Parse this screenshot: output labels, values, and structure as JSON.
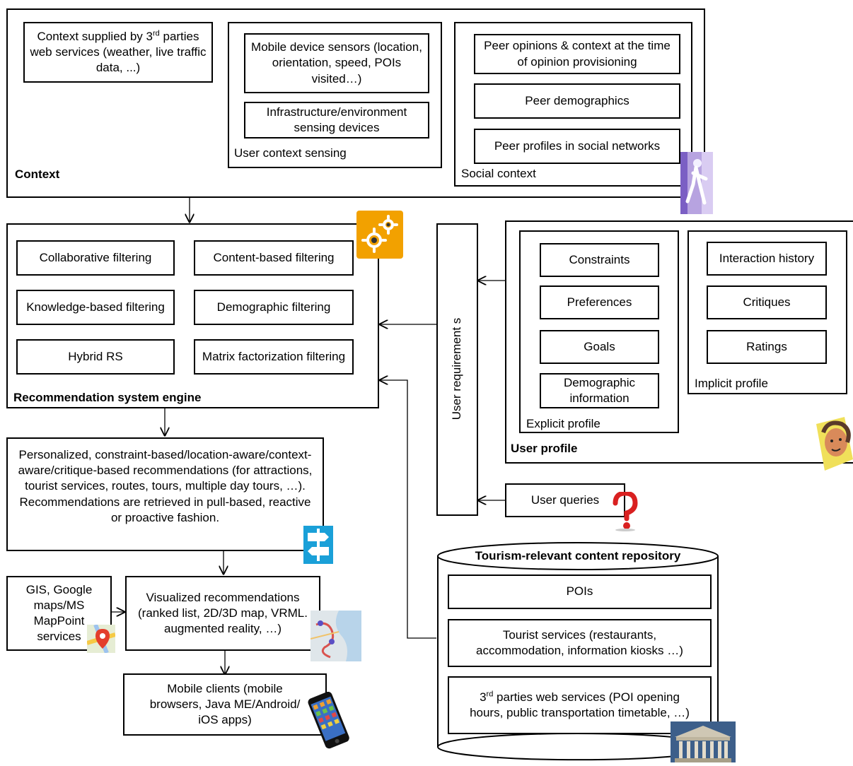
{
  "context": {
    "title": "Context",
    "third_party_pre": "Context supplied by 3",
    "third_party_sup": "rd",
    "third_party_post": "parties web services (weather, live traffic data, ...)",
    "user_sensing_title": "User context sensing",
    "mobile_sensors": "Mobile device sensors (location, orientation, speed, POIs visited…)",
    "infrastructure": "Infrastructure/environment sensing devices",
    "social_title": "Social context",
    "peer_opinions": "Peer opinions & context at the time of opinion provisioning",
    "peer_demographics": "Peer demographics",
    "peer_profiles": "Peer profiles in social networks"
  },
  "engine": {
    "title": "Recommendation system engine",
    "collaborative": "Collaborative filtering",
    "content_based": "Content-based filtering",
    "knowledge_based": "Knowledge-based filtering",
    "demographic": "Demographic filtering",
    "hybrid": "Hybrid RS",
    "matrix": "Matrix factorization filtering"
  },
  "user_requirements": "User requirement s",
  "user_profile": {
    "title": "User profile",
    "explicit_title": "Explicit profile",
    "constraints": "Constraints",
    "preferences": "Preferences",
    "goals": "Goals",
    "demographic_info": "Demographic information",
    "implicit_title": "Implicit profile",
    "interaction_history": "Interaction history",
    "critiques": "Critiques",
    "ratings": "Ratings"
  },
  "user_queries": "User queries",
  "recommendations": "Personalized, constraint-based/location-aware/context-aware/critique-based recommendations (for attractions, tourist services, routes, tours, multiple day tours, …). Recommendations are retrieved in pull-based, reactive or proactive fashion.",
  "gis": "GIS, Google maps/MS MapPoint services",
  "visualized": "Visualized recommendations (ranked list, 2D/3D map, VRML. augmented reality, …)",
  "mobile_clients": "Mobile clients (mobile browsers, Java ME/Android/ iOS apps)",
  "repository": {
    "title": "Tourism-relevant content repository",
    "pois": "POIs",
    "tourist_services": "Tourist services (restaurants, accommodation, information kiosks …)",
    "third_pre": "3",
    "third_sup": "rd",
    "third_post": " parties web services (POI opening hours, public transportation timetable, …)"
  }
}
